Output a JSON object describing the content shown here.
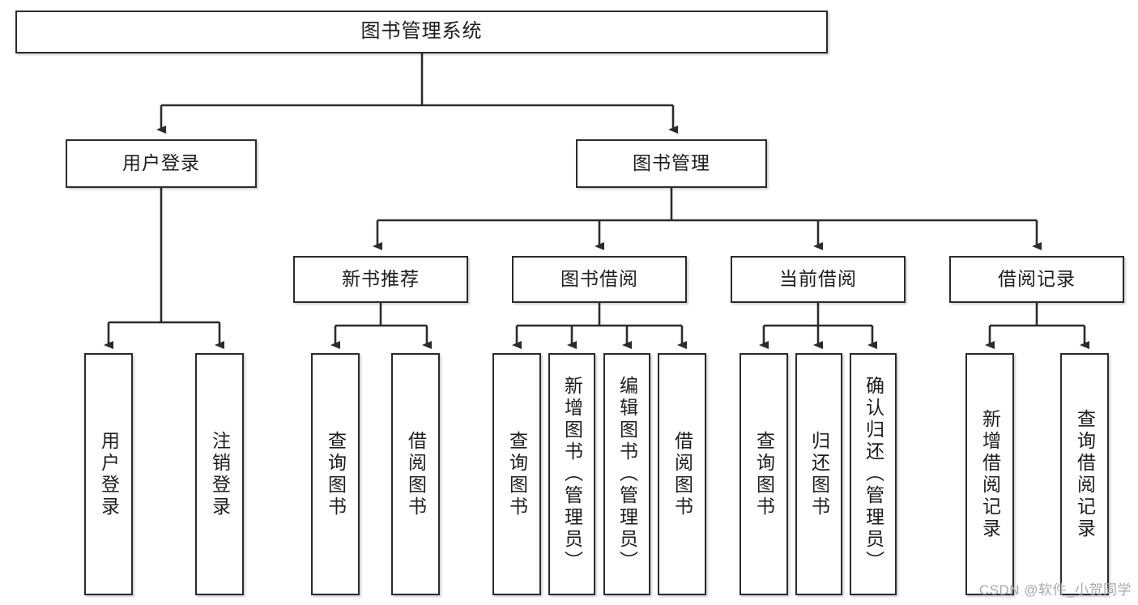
{
  "diagram": {
    "title": "图书管理系统",
    "type": "tree",
    "root": {
      "id": "root",
      "label": "图书管理系统"
    },
    "level2": [
      {
        "id": "user-login",
        "label": "用户登录"
      },
      {
        "id": "book-manage",
        "label": "图书管理"
      }
    ],
    "level3": [
      {
        "id": "new-book-recommend",
        "label": "新书推荐"
      },
      {
        "id": "book-borrow",
        "label": "图书借阅"
      },
      {
        "id": "current-borrow",
        "label": "当前借阅"
      },
      {
        "id": "borrow-record",
        "label": "借阅记录"
      }
    ],
    "leaves": {
      "user_login": [
        {
          "id": "leaf-user-login",
          "label": "用户登录"
        },
        {
          "id": "leaf-logout",
          "label": "注销登录"
        }
      ],
      "new_book_recommend": [
        {
          "id": "leaf-query-book-1",
          "label": "查询图书"
        },
        {
          "id": "leaf-borrow-book-1",
          "label": "借阅图书"
        }
      ],
      "book_borrow": [
        {
          "id": "leaf-query-book-2",
          "label": "查询图书"
        },
        {
          "id": "leaf-add-book",
          "label": "新增图书（管理员）"
        },
        {
          "id": "leaf-edit-book",
          "label": "编辑图书（管理员）"
        },
        {
          "id": "leaf-borrow-book-2",
          "label": "借阅图书"
        }
      ],
      "current_borrow": [
        {
          "id": "leaf-query-book-3",
          "label": "查询图书"
        },
        {
          "id": "leaf-return-book",
          "label": "归还图书"
        },
        {
          "id": "leaf-confirm-return",
          "label": "确认归还（管理员）"
        }
      ],
      "borrow_record": [
        {
          "id": "leaf-add-record",
          "label": "新增借阅记录"
        },
        {
          "id": "leaf-query-record",
          "label": "查询借阅记录"
        }
      ]
    }
  },
  "watermark": {
    "text": "CSDN @软件_小贺同学"
  },
  "colors": {
    "stroke": "#2b2b2b",
    "background": "#ffffff",
    "text": "#1d1d1d",
    "watermark": "#a8a8a8"
  }
}
